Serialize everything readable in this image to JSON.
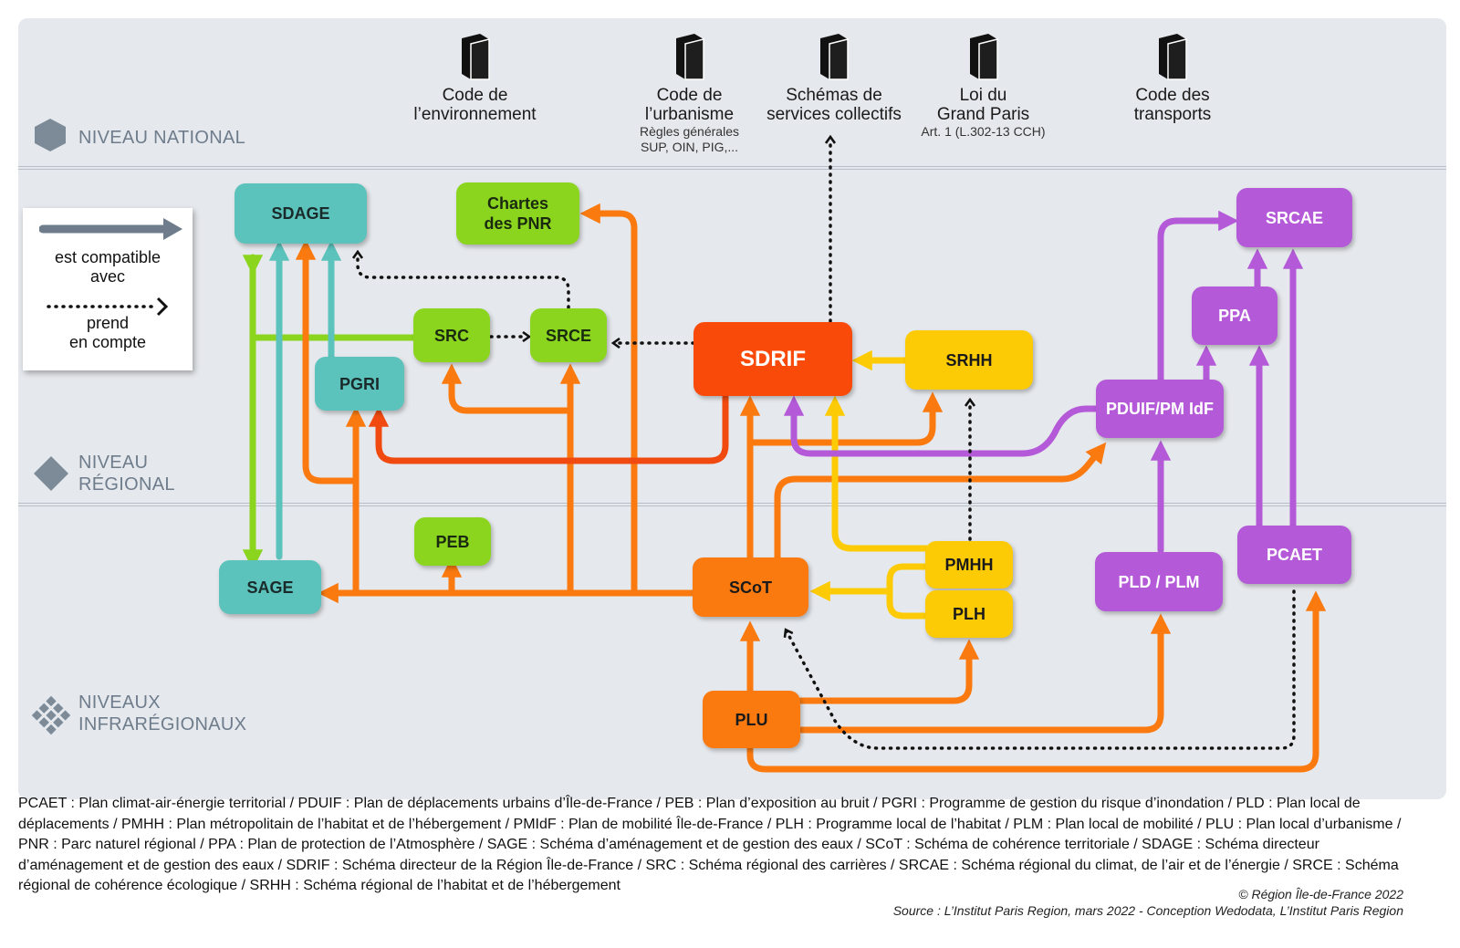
{
  "levels": {
    "national": "NIVEAU NATIONAL",
    "regional": [
      "NIVEAU",
      "RÉGIONAL"
    ],
    "infra": [
      "NIVEAUX",
      "INFRARÉGIONAUX"
    ]
  },
  "documents": [
    {
      "title": [
        "Code de",
        "l’environnement"
      ],
      "sub": []
    },
    {
      "title": [
        "Code de",
        "l’urbanisme"
      ],
      "sub": [
        "Règles générales",
        "SUP, OIN, PIG,..."
      ]
    },
    {
      "title": [
        "Schémas de",
        "services collectifs"
      ],
      "sub": []
    },
    {
      "title": [
        "Loi du",
        "Grand Paris"
      ],
      "sub": [
        "Art. 1 (L.302-13 CCH)"
      ]
    },
    {
      "title": [
        "Code des",
        "transports"
      ],
      "sub": []
    }
  ],
  "legend": {
    "compatible": [
      "est compatible",
      "avec"
    ],
    "prend": [
      "prend",
      "en compte"
    ]
  },
  "boxes": {
    "sdage": "SDAGE",
    "chartes": [
      "Chartes",
      "des PNR"
    ],
    "src": "SRC",
    "srce": "SRCE",
    "pgri": "PGRI",
    "sdrif": "SDRIF",
    "srhh": "SRHH",
    "pduif": "PDUIF/PM IdF",
    "srcae": "SRCAE",
    "ppa": "PPA",
    "peb": "PEB",
    "sage": "SAGE",
    "scot": "SCoT",
    "pmhh": "PMHH",
    "plh": "PLH",
    "pld": "PLD / PLM",
    "pcaet": "PCAET",
    "plu": "PLU"
  },
  "colors": {
    "teal": "#5cc2bc",
    "green": "#8bd51e",
    "red": "#fa4a0a",
    "orange": "#fa7a10",
    "yellow": "#fdcb05",
    "purple": "#b45ad8",
    "legend_arrow": "#6e7c8c"
  },
  "glossary": "PCAET : Plan climat-air-énergie territorial / PDUIF : Plan de déplacements urbains d’Île-de-France / PEB : Plan d’exposition au bruit  / PGRI : Programme de gestion du risque d’inondation / PLD : Plan local de déplacements / PMHH : Plan métropolitain de l’habitat et de l’hébergement / PMIdF : Plan de mobilité Île-de-France / PLH : Programme local de l’habitat / PLM : Plan local de mobilité / PLU : Plan local d’urbanisme / PNR : Parc naturel régional / PPA : Plan de protection de l’Atmosphère / SAGE : Schéma d’aménagement et de gestion des eaux / SCoT : Schéma de cohérence territoriale / SDAGE : Schéma directeur d’aménagement et de gestion des eaux / SDRIF : Schéma directeur de la Région Île-de-France / SRC : Schéma régional des carrières / SRCAE : Schéma régional du climat, de l’air et de l’énergie / SRCE : Schéma régional de cohérence écologique / SRHH : Schéma régional de l’habitat et de l’hébergement",
  "copyright": "© Région Île-de-France 2022",
  "source": "Source : L’Institut Paris Region, mars 2022 - Conception Wedodata, L’Institut Paris Region"
}
